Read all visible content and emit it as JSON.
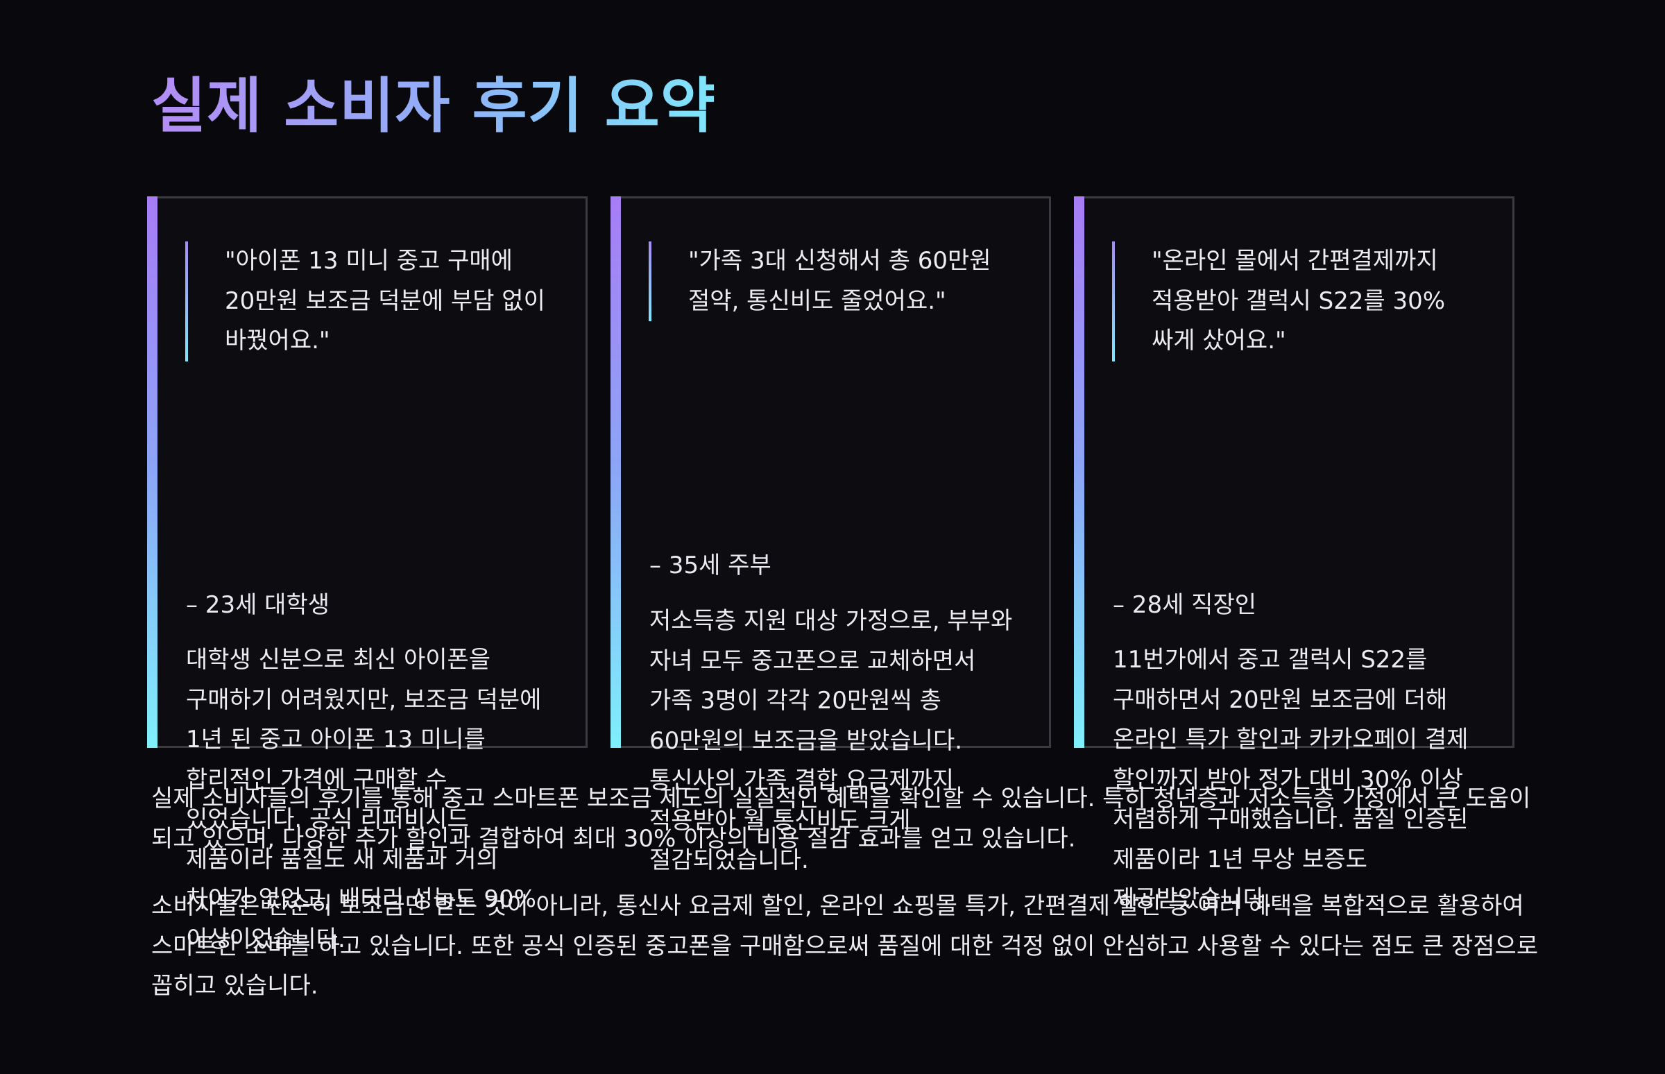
{
  "page": {
    "title": "실제 소비자 후기 요약"
  },
  "reviews": [
    {
      "quote": "\"아이폰 13 미니 중고 구매에 20만원 보조금 덕분에 부담 없이 바꿨어요.\"",
      "author": "– 23세 대학생",
      "body": "대학생 신분으로 최신 아이폰을 구매하기 어려웠지만, 보조금 덕분에 1년 된 중고 아이폰 13 미니를 합리적인 가격에 구매할 수 있었습니다. 공식 리퍼비시드 제품이라 품질도 새 제품과 거의 차이가 없었고, 배터리 성능도 90% 이상이었습니다."
    },
    {
      "quote": "\"가족 3대 신청해서 총 60만원 절약, 통신비도 줄었어요.\"",
      "author": "– 35세 주부",
      "body": "저소득층 지원 대상 가정으로, 부부와 자녀 모두 중고폰으로 교체하면서 가족 3명이 각각 20만원씩 총 60만원의 보조금을 받았습니다. 통신사의 가족 결합 요금제까지 적용받아 월 통신비도 크게 절감되었습니다."
    },
    {
      "quote": "\"온라인 몰에서 간편결제까지 적용받아 갤럭시 S22를 30% 싸게 샀어요.\"",
      "author": "– 28세 직장인",
      "body": "11번가에서 중고 갤럭시 S22를 구매하면서 20만원 보조금에 더해 온라인 특가 할인과 카카오페이 결제 할인까지 받아 정가 대비 30% 이상 저렴하게 구매했습니다. 품질 인증된 제품이라 1년 무상 보증도 제공받았습니다."
    }
  ],
  "summary": {
    "paragraph_1": "실제 소비자들의 후기를 통해 중고 스마트폰 보조금 제도의 실질적인 혜택을 확인할 수 있습니다. 특히 청년층과 저소득층 가정에서 큰 도움이 되고 있으며, 다양한 추가 할인과 결합하여 최대 30% 이상의 비용 절감 효과를 얻고 있습니다.",
    "paragraph_2": "소비자들은 단순히 보조금만 받는 것이 아니라, 통신사 요금제 할인, 온라인 쇼핑몰 특가, 간편결제 할인 등 여러 혜택을 복합적으로 활용하여 스마트한 소비를 하고 있습니다. 또한 공식 인증된 중고폰을 구매함으로써 품질에 대한 걱정 없이 안심하고 사용할 수 있다는 점도 큰 장점으로 꼽히고 있습니다."
  },
  "colors": {
    "background": "#09090d",
    "accent_start": "#a77cf5",
    "accent_end": "#7ff0fb",
    "card_border": "#3a3a41",
    "text": "#ececf1"
  }
}
